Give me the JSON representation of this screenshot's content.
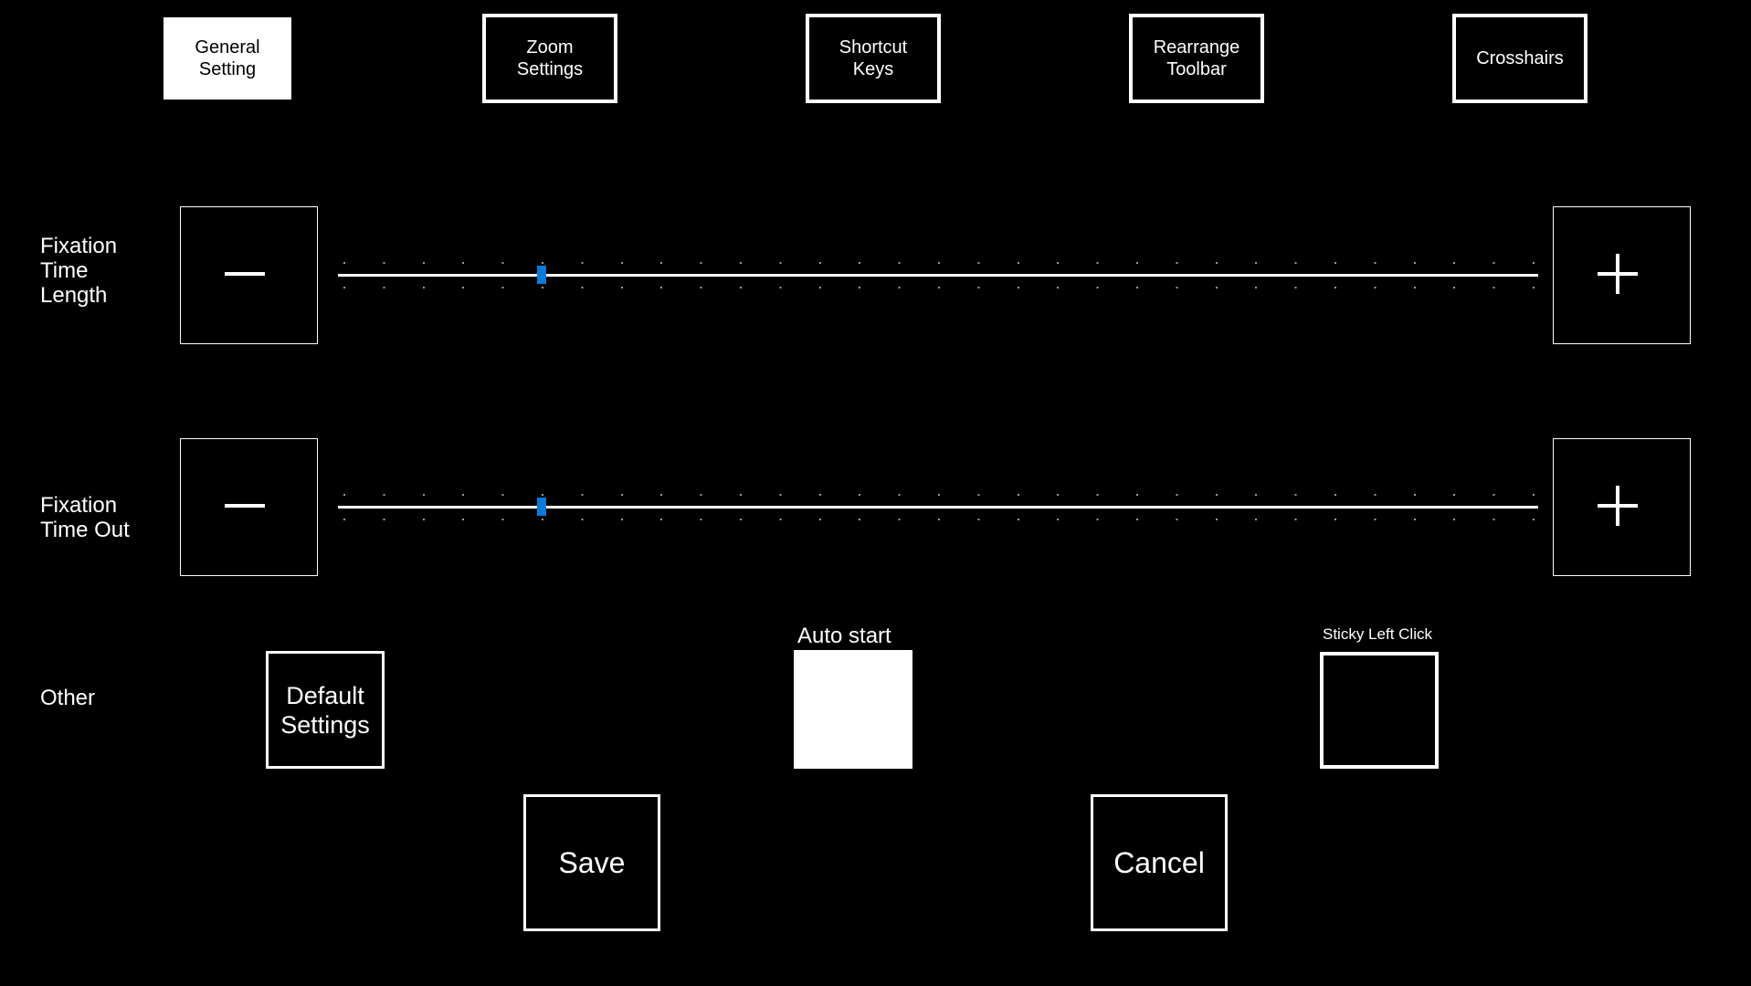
{
  "tabs": [
    {
      "label": "General\nSetting",
      "active": true
    },
    {
      "label": "Zoom\nSettings",
      "active": false
    },
    {
      "label": "Shortcut\nKeys",
      "active": false
    },
    {
      "label": "Rearrange\nToolbar",
      "active": false
    },
    {
      "label": "Crosshairs",
      "active": false
    }
  ],
  "fixation_time_length": {
    "label": "Fixation\nTime\nLength",
    "slider_value_fraction": 0.17,
    "minus_icon": "minus-icon",
    "plus_icon": "plus-icon"
  },
  "fixation_time_out": {
    "label": "Fixation\nTime Out",
    "slider_value_fraction": 0.17,
    "minus_icon": "minus-icon",
    "plus_icon": "plus-icon"
  },
  "other": {
    "label": "Other",
    "default_settings_label": "Default\nSettings",
    "auto_start": {
      "label": "Auto start",
      "checked": true
    },
    "sticky_left_click": {
      "label": "Sticky Left Click",
      "checked": false
    }
  },
  "actions": {
    "save_label": "Save",
    "cancel_label": "Cancel"
  },
  "colors": {
    "background": "#000000",
    "foreground": "#ffffff",
    "slider_thumb": "#0a78d7"
  }
}
